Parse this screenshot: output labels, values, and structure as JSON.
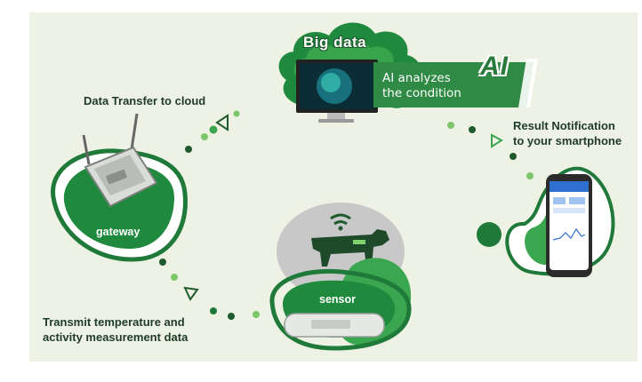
{
  "diagram": {
    "cloud_title": "Big data",
    "ai_analysis": "AI analyzes\nthe condition",
    "ai_badge": "AI",
    "steps": {
      "to_cloud": "Data Transfer to cloud",
      "notification": "Result Notification\nto your smartphone",
      "transmit": "Transmit temperature and\nactivity measurement data"
    },
    "nodes": {
      "gateway": "gateway",
      "sensor": "sensor"
    }
  },
  "colors": {
    "background": "#eef2e4",
    "dark_green": "#1f7a3a",
    "mid_green": "#3aa64f",
    "light_green": "#9ad47a",
    "ai_band": "#2f8a45"
  }
}
